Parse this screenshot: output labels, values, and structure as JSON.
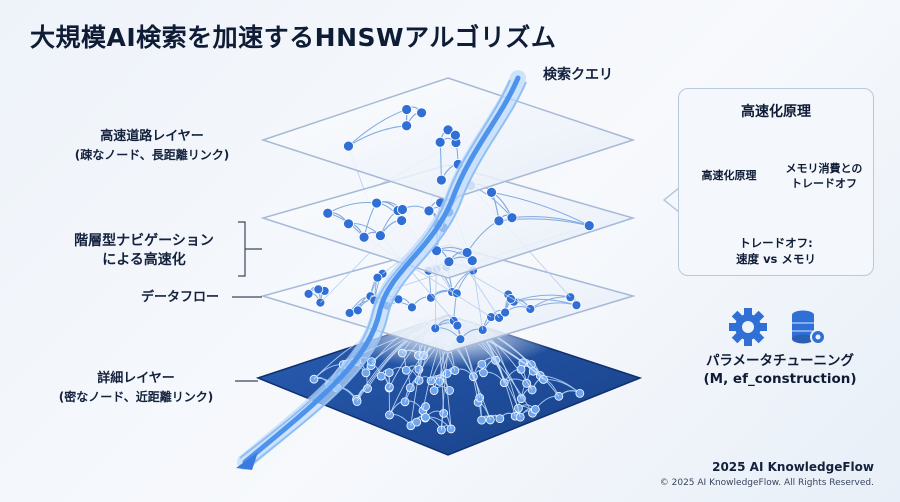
{
  "title": "大規模AI検索を加速するHNSWアルゴリズム",
  "query_label": "検索クエリ",
  "layers": {
    "highway": {
      "name": "高速道路レイヤー",
      "desc": "(疎なノード、長距離リンク)"
    },
    "navigation": {
      "line1": "階層型ナビゲーション",
      "line2": "による高速化"
    },
    "dataflow": {
      "name": "データフロー"
    },
    "detail": {
      "name": "詳細レイヤー",
      "desc": "(密なノード、近距離リンク)"
    }
  },
  "panel": {
    "title": "高速化原理",
    "left_label": "高速化原理",
    "right_label_1": "メモリ消費との",
    "right_label_2": "トレードオフ",
    "bottom_1": "トレードオフ:",
    "bottom_2": "速度 vs メモリ"
  },
  "params": {
    "line1": "パラメータチューニング",
    "line2": "(M, ef_construction)"
  },
  "footer": {
    "brand": "2025 AI KnowledgeFlow",
    "copyright": "© 2025 AI KnowledgeFlow. All Rights Reserved."
  },
  "colors": {
    "node": "#2f6fd6",
    "dark_plane": "#1f4f9f",
    "accent": "#3a7be0",
    "stream": "#5aa0f0"
  },
  "icons": [
    "balance-scale-icon",
    "database-icon",
    "gear-icon",
    "database-gear-icon"
  ]
}
